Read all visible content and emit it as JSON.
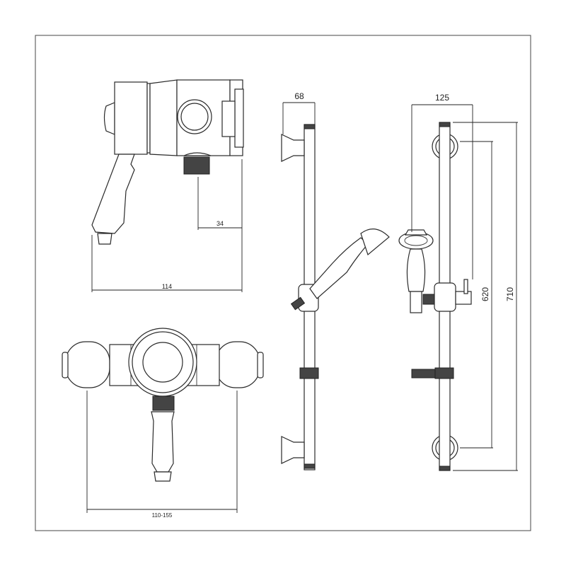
{
  "dimensions": {
    "valve_depth": "114",
    "outlet_offset": "34",
    "valve_centres": "110-155",
    "bracket_projection": "68",
    "handset_projection": "125",
    "bracket_centres": "620",
    "rail_length": "710"
  }
}
